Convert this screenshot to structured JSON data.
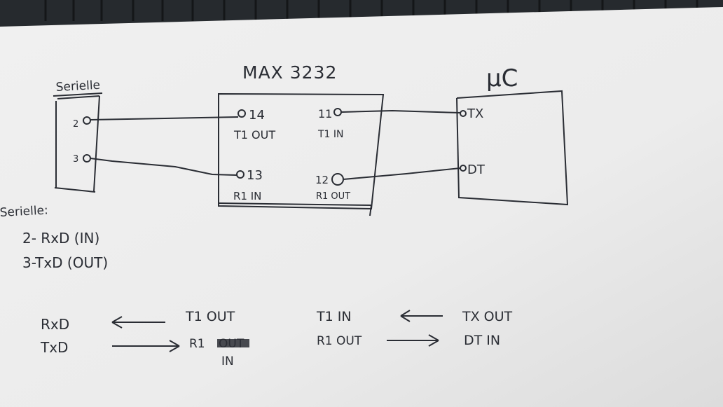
{
  "diagram": {
    "serial_box": {
      "title": "Serielle",
      "pin_2": "2",
      "pin_3": "3"
    },
    "max_box": {
      "title": "MAX 3232",
      "pin_14": "14",
      "label_t1out": "T1 OUT",
      "pin_11": "11",
      "label_t1in": "T1 IN",
      "pin_13": "13",
      "label_r1in": "R1 IN",
      "pin_12": "12",
      "label_r1out": "R1 OUT"
    },
    "uc_box": {
      "title": "µC",
      "label_tx": "TX",
      "label_dt": "DT"
    }
  },
  "notes": {
    "heading": "Serielle:",
    "line1": "2- RxD (IN)",
    "line2": "3-TxD (OUT)"
  },
  "mapping": {
    "rxd": "RxD",
    "t1out": "T1 OUT",
    "txd": "TxD",
    "r1": "R1",
    "r1_crossed": "OUT",
    "r1_in": "IN",
    "t1in": "T1 IN",
    "tx_out": "TX OUT",
    "r1out": "R1 OUT",
    "dt_in": "DT IN"
  },
  "colors": {
    "paper": "#f2f2f2",
    "ink": "#2a2d34",
    "background": "#23282c"
  }
}
